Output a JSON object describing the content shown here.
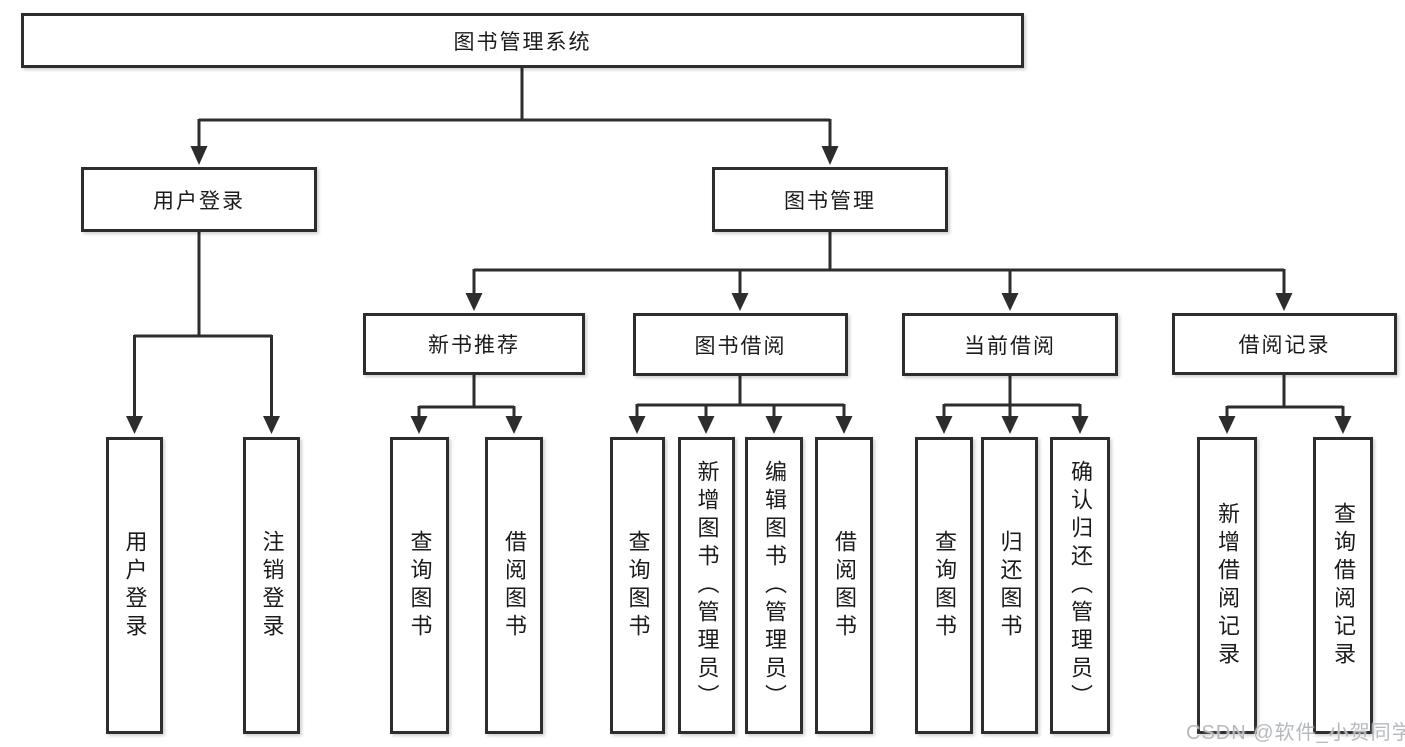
{
  "tree": {
    "root": "图书管理系统",
    "user_login": {
      "label": "用户登录",
      "children": [
        "用户登录",
        "注销登录"
      ]
    },
    "book_management": {
      "label": "图书管理",
      "sections": [
        {
          "label": "新书推荐",
          "children": [
            "查询图书",
            "借阅图书"
          ]
        },
        {
          "label": "图书借阅",
          "children": [
            "查询图书",
            "新增图书（管理员）",
            "编辑图书（管理员）",
            "借阅图书"
          ]
        },
        {
          "label": "当前借阅",
          "children": [
            "查询图书",
            "归还图书",
            "确认归还（管理员）"
          ]
        },
        {
          "label": "借阅记录",
          "children": [
            "新增借阅记录",
            "查询借阅记录"
          ]
        }
      ]
    }
  },
  "watermark": "CSDN @软件_小贺同学",
  "colors": {
    "line": "#2d2d2d",
    "text": "#1b1b1b",
    "background": "#ffffff",
    "watermark": "#b5b9be"
  }
}
